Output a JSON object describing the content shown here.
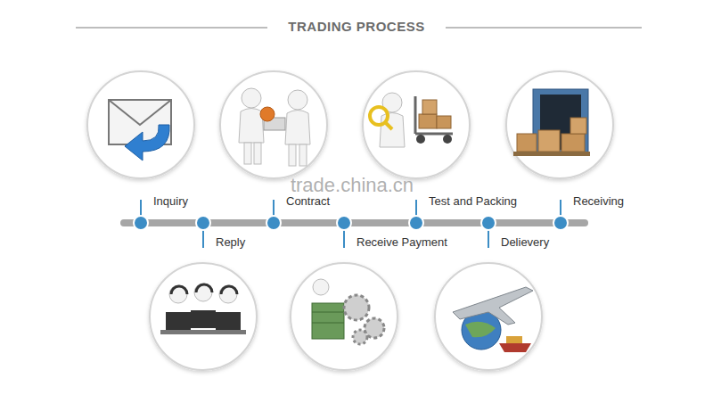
{
  "diagram": {
    "title": "TRADING PROCESS",
    "labels": [
      "Inquiry",
      "Reply",
      "Contract",
      "Receive Payment",
      "Test and Packing",
      "Delievery",
      "Receiving",
      "trade.china.cn"
    ]
  }
}
